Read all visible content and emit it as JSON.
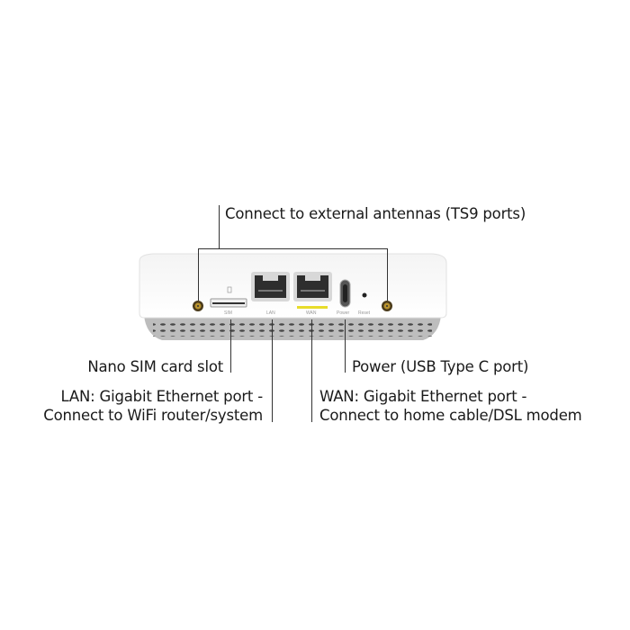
{
  "callouts": {
    "antennas": "Connect to external antennas (TS9 ports)",
    "sim": "Nano SIM card slot",
    "power": "Power (USB Type C port)",
    "lan_line1": "LAN: Gigabit Ethernet port -",
    "lan_line2": "Connect to WiFi router/system",
    "wan_line1": "WAN: Gigabit Ethernet port -",
    "wan_line2": "Connect to home cable/DSL modem"
  },
  "device_labels": {
    "sim": "SIM",
    "lan": "LAN",
    "wan": "WAN",
    "power": "Power",
    "reset": "Reset"
  },
  "colors": {
    "wan_accent": "#e8dc2a",
    "antenna_connector": "#b8922e"
  }
}
